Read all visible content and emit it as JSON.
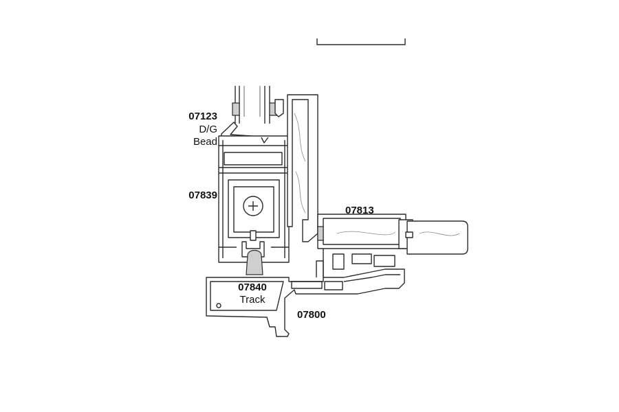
{
  "labels": {
    "bead_code": "07123",
    "bead_line2": "D/G",
    "bead_line3": "Bead",
    "frame_code": "07839",
    "sash_code": "07813",
    "track_code": "07840",
    "track_name": "Track",
    "sill_code": "07800"
  },
  "colors": {
    "line": "#2a2a2a",
    "background": "#ffffff",
    "shade": "#cfcfcf"
  }
}
